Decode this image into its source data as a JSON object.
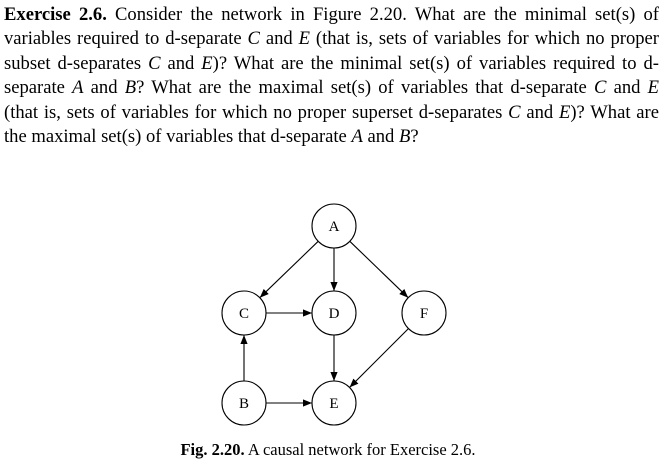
{
  "exercise": {
    "label": "Exercise 2.6.",
    "parts": [
      " Consider the network in Figure 2.20. What are the minimal set(s) of variables required to d-separate ",
      "C",
      " and ",
      "E",
      " (that is, sets of variables for which no proper subset d-separates ",
      "C",
      " and ",
      "E",
      ")? What are the minimal set(s) of variables required to d-separate ",
      "A",
      " and ",
      "B",
      "? What are the maximal set(s) of variables that d-separate ",
      "C",
      " and ",
      "E",
      " (that is, sets of variables for which no proper superset d-separates ",
      "C",
      " and ",
      "E",
      ")? What are the maximal set(s) of variables that d-separate ",
      "A",
      " and ",
      "B",
      "?"
    ]
  },
  "network": {
    "nodes": [
      {
        "id": "A",
        "label": "A"
      },
      {
        "id": "C",
        "label": "C"
      },
      {
        "id": "D",
        "label": "D"
      },
      {
        "id": "F",
        "label": "F"
      },
      {
        "id": "B",
        "label": "B"
      },
      {
        "id": "E",
        "label": "E"
      }
    ],
    "edges": [
      {
        "from": "A",
        "to": "C"
      },
      {
        "from": "A",
        "to": "D"
      },
      {
        "from": "A",
        "to": "F"
      },
      {
        "from": "C",
        "to": "D"
      },
      {
        "from": "D",
        "to": "E"
      },
      {
        "from": "F",
        "to": "E"
      },
      {
        "from": "B",
        "to": "C"
      },
      {
        "from": "B",
        "to": "E"
      }
    ]
  },
  "caption": {
    "label": "Fig. 2.20.",
    "text": " A causal network for Exercise 2.6."
  }
}
